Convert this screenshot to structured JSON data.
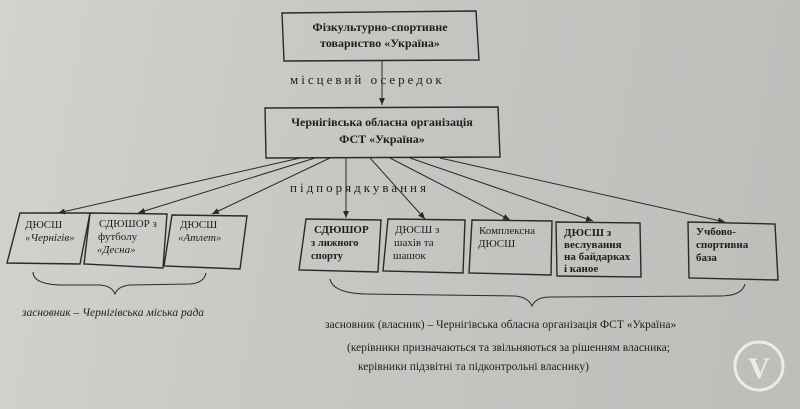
{
  "top_box": {
    "line1": "Фізкультурно-спортивне",
    "line2": "товариство «Україна»"
  },
  "label_local": "місцевий осередок",
  "mid_box": {
    "line1": "Чернігівська обласна організація",
    "line2": "ФСТ «Україна»"
  },
  "label_subordination": "підпорядкування",
  "left_boxes": [
    {
      "lines": [
        "ДЮСШ",
        "«Чернігів»"
      ]
    },
    {
      "lines": [
        "СДЮШОР з",
        "футболу",
        "«Десна»"
      ]
    },
    {
      "lines": [
        "ДЮСШ",
        "«Атлет»"
      ]
    }
  ],
  "right_boxes": [
    {
      "lines": [
        "СДЮШОР",
        "з лижного",
        "спорту"
      ]
    },
    {
      "lines": [
        "ДЮСШ з",
        "шахів та",
        "шашок"
      ]
    },
    {
      "lines": [
        "Комплексна",
        "ДЮСШ"
      ]
    },
    {
      "lines": [
        "ДЮСШ з",
        "веслування",
        "на байдарках",
        "і каное"
      ]
    },
    {
      "lines": [
        "Учбово-",
        "спортивна",
        "база"
      ]
    }
  ],
  "left_founder": "засновник – Чернігівська міська рада",
  "right_founder": "засновник (власник) – Чернігівська обласна організація ФСТ «Україна»",
  "note_line1": "(керівники призначаються та звільняються за рішенням власника;",
  "note_line2": "керівники підзвітні та підконтрольні власнику)",
  "logo": "V"
}
